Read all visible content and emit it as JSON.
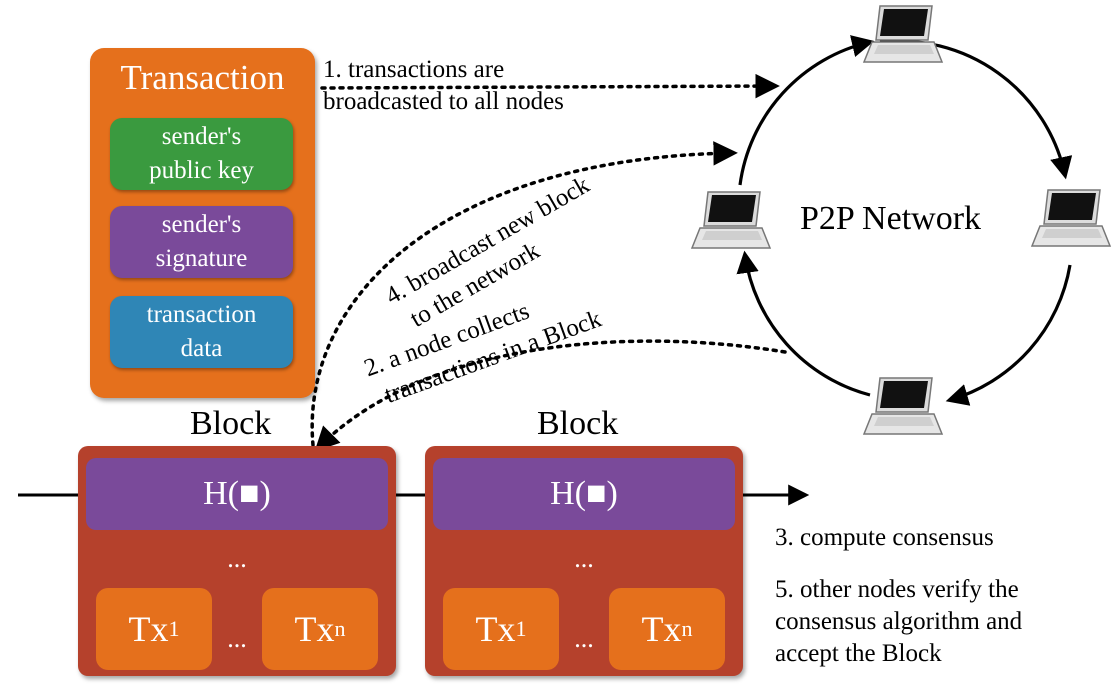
{
  "transaction": {
    "title": "Transaction",
    "fields": [
      {
        "line1": "sender's",
        "line2": "public key",
        "color": "#3a9a3f"
      },
      {
        "line1": "sender's",
        "line2": "signature",
        "color": "#7a4a9a"
      },
      {
        "line1": "transaction",
        "line2": "data",
        "color": "#2f86b6"
      }
    ]
  },
  "blocks": [
    {
      "label": "Block",
      "hash": "H(■)",
      "dots": "...",
      "tx_first": "Tx",
      "tx_first_sub": "1",
      "tx_mid": "...",
      "tx_last": "Tx",
      "tx_last_sub": "n"
    },
    {
      "label": "Block",
      "hash": "H(■)",
      "dots": "...",
      "tx_first": "Tx",
      "tx_first_sub": "1",
      "tx_mid": "...",
      "tx_last": "Tx",
      "tx_last_sub": "n"
    }
  ],
  "network": {
    "label": "P2P Network"
  },
  "steps": {
    "step1": {
      "line1": "1. transactions are",
      "line2": "broadcasted to all nodes"
    },
    "step2": {
      "line1": "2. a node collects",
      "line2": "transactions in a Block"
    },
    "step3": "3. compute consensus",
    "step4": {
      "line1": "4. broadcast new block",
      "line2": "to the network"
    },
    "step5": {
      "line1": "5. other nodes verify the",
      "line2": "consensus algorithm and",
      "line3": "accept the Block"
    }
  },
  "colors": {
    "orange": "#e5701c",
    "block_red": "#b5412c",
    "purple": "#7a4a9a",
    "green": "#3a9a3f",
    "blue": "#2f86b6"
  },
  "icons": [
    "laptop-icon"
  ]
}
